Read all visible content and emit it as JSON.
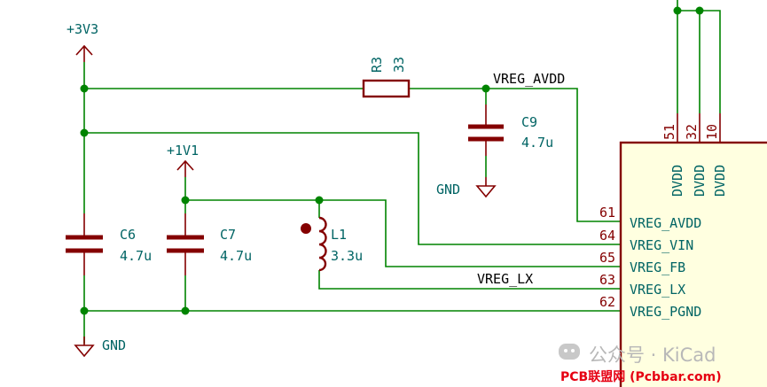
{
  "power": {
    "v3": "+3V3",
    "v1": "+1V1",
    "gnd": "GND"
  },
  "components": {
    "r3": {
      "ref": "R3",
      "value": "33"
    },
    "c9": {
      "ref": "C9",
      "value": "4.7u"
    },
    "c6": {
      "ref": "C6",
      "value": "4.7u"
    },
    "c7": {
      "ref": "C7",
      "value": "4.7u"
    },
    "l1": {
      "ref": "L1",
      "value": "3.3u"
    }
  },
  "net_labels": {
    "vreg_avdd": "VREG_AVDD",
    "vreg_lx": "VREG_LX"
  },
  "ic": {
    "pins_top": [
      {
        "number": "51",
        "name": "DVDD"
      },
      {
        "number": "32",
        "name": "DVDD"
      },
      {
        "number": "10",
        "name": "DVDD"
      }
    ],
    "pins_left": [
      {
        "number": "61",
        "name": "VREG_AVDD"
      },
      {
        "number": "64",
        "name": "VREG_VIN"
      },
      {
        "number": "65",
        "name": "VREG_FB"
      },
      {
        "number": "63",
        "name": "VREG_LX"
      },
      {
        "number": "62",
        "name": "VREG_PGND"
      }
    ]
  },
  "watermark": {
    "line1": "公众号 · KiCad",
    "line2": "PCB联盟网 (Pcbbar.com)"
  },
  "colors": {
    "wire": "#008400",
    "component": "#840000",
    "text": "#006464",
    "ic_fill": "#ffffe0"
  }
}
